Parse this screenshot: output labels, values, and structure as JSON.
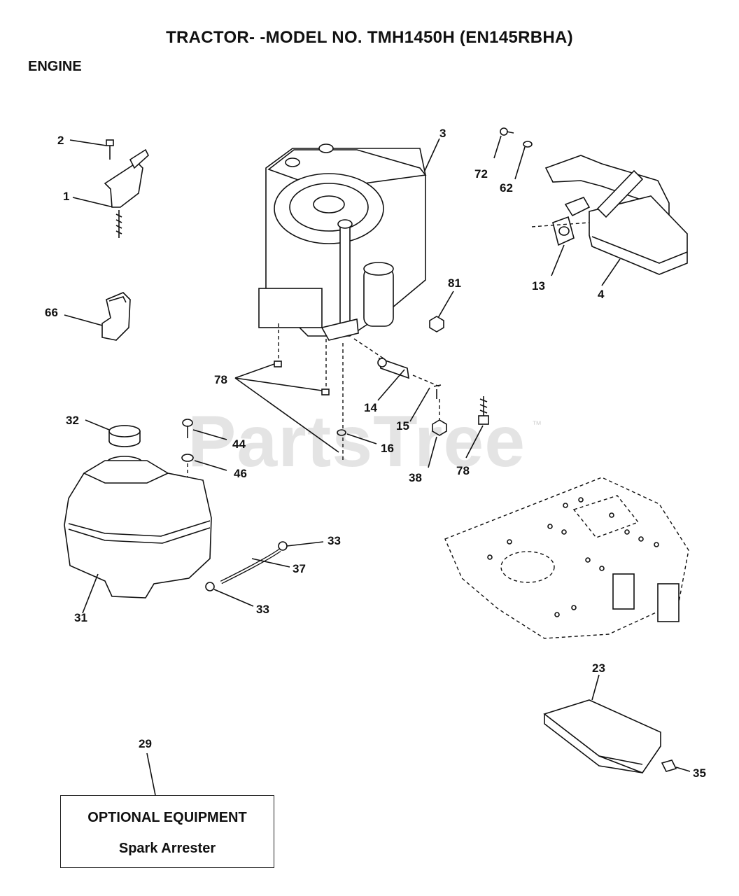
{
  "header": {
    "title": "TRACTOR- -MODEL NO. TMH1450H (EN145RBHA)",
    "section": "ENGINE"
  },
  "watermark": {
    "text": "PartsTree",
    "tm": "™"
  },
  "optional": {
    "title": "OPTIONAL EQUIPMENT",
    "subtitle": "Spark Arrester"
  },
  "callouts": [
    "2",
    "1",
    "66",
    "3",
    "72",
    "62",
    "13",
    "4",
    "81",
    "78",
    "14",
    "15",
    "32",
    "44",
    "46",
    "16",
    "38",
    "78",
    "33",
    "37",
    "33",
    "31",
    "23",
    "29",
    "35"
  ]
}
